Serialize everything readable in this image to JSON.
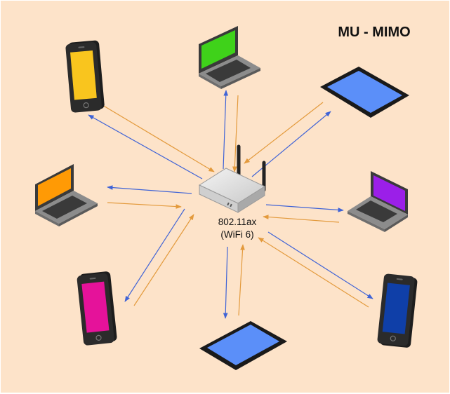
{
  "title": "MU - MIMO",
  "router": {
    "label_line1": "802.11ax",
    "label_line2": "(WiFi 6)"
  },
  "colors": {
    "background": "#fde3c9",
    "downlink_arrow": "#3f63d6",
    "uplink_arrow": "#e39a3c",
    "device_screens": {
      "phone_top_left": "#f9c51e",
      "laptop_top": "#3fd21a",
      "tablet_top_right": "#5b8ff9",
      "laptop_left": "#ff9a05",
      "laptop_right": "#9b1fe8",
      "phone_bottom_left": "#e5129a",
      "tablet_bottom": "#5b8ff9",
      "phone_bottom_right": "#0f3fa8"
    }
  },
  "devices": [
    {
      "id": "phone-top-left",
      "kind": "smartphone",
      "screen": "phone_top_left"
    },
    {
      "id": "laptop-top",
      "kind": "laptop",
      "screen": "laptop_top"
    },
    {
      "id": "tablet-top-right",
      "kind": "tablet",
      "screen": "tablet_top_right"
    },
    {
      "id": "laptop-left",
      "kind": "laptop",
      "screen": "laptop_left"
    },
    {
      "id": "laptop-right",
      "kind": "laptop",
      "screen": "laptop_right"
    },
    {
      "id": "phone-bottom-left",
      "kind": "smartphone",
      "screen": "phone_bottom_left"
    },
    {
      "id": "tablet-bottom",
      "kind": "tablet",
      "screen": "tablet_bottom"
    },
    {
      "id": "phone-bottom-right",
      "kind": "smartphone",
      "screen": "phone_bottom_right"
    }
  ],
  "links": [
    {
      "device": "phone-top-left",
      "downlink": "router-to-device",
      "uplink": "device-to-router"
    },
    {
      "device": "laptop-top",
      "downlink": "router-to-device",
      "uplink": "device-to-router"
    },
    {
      "device": "tablet-top-right",
      "downlink": "router-to-device",
      "uplink": "device-to-router"
    },
    {
      "device": "laptop-left",
      "downlink": "router-to-device",
      "uplink": "device-to-router"
    },
    {
      "device": "laptop-right",
      "downlink": "router-to-device",
      "uplink": "device-to-router"
    },
    {
      "device": "phone-bottom-left",
      "downlink": "router-to-device",
      "uplink": "device-to-router"
    },
    {
      "device": "tablet-bottom",
      "downlink": "router-to-device",
      "uplink": "device-to-router"
    },
    {
      "device": "phone-bottom-right",
      "downlink": "router-to-device",
      "uplink": "device-to-router"
    }
  ]
}
